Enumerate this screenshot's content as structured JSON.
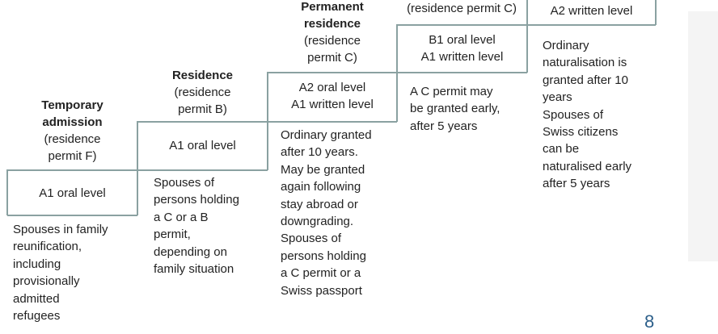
{
  "stages": [
    {
      "title": "Temporary\nadmission",
      "subtitle": "(residence\npermit F)",
      "requirement": "A1 oral level",
      "note": "Spouses in family\nreunification,\nincluding\nprovisionally\nadmitted\nrefugees"
    },
    {
      "title": "Residence",
      "subtitle": "(residence\npermit B)",
      "requirement": "A1 oral level",
      "note": "Spouses of\npersons holding\na C or a B\npermit,\ndepending on\nfamily situation"
    },
    {
      "title": "Permanent\nresidence",
      "subtitle": "(residence\npermit C)",
      "requirement": "A2 oral level\nA1 written level",
      "note": "Ordinary granted\nafter 10 years.\nMay be granted\nagain following\nstay abroad or\ndowngrading.\nSpouses of\npersons holding\na C permit or a\nSwiss passport"
    },
    {
      "subtitle": "(residence permit C)",
      "requirement": "B1 oral level\nA1 written level",
      "note": "A C permit may\nbe granted early,\nafter 5 years"
    },
    {
      "requirement": "A2 written level",
      "note": "Ordinary\nnaturalisation is\ngranted after 10\nyears\nSpouses of\nSwiss citizens\ncan be\nnaturalised early\nafter 5 years"
    }
  ],
  "page_number": "8",
  "colors": {
    "step_line": "#8aa1a1",
    "text": "#222222",
    "page_number": "#2c5f8a"
  }
}
